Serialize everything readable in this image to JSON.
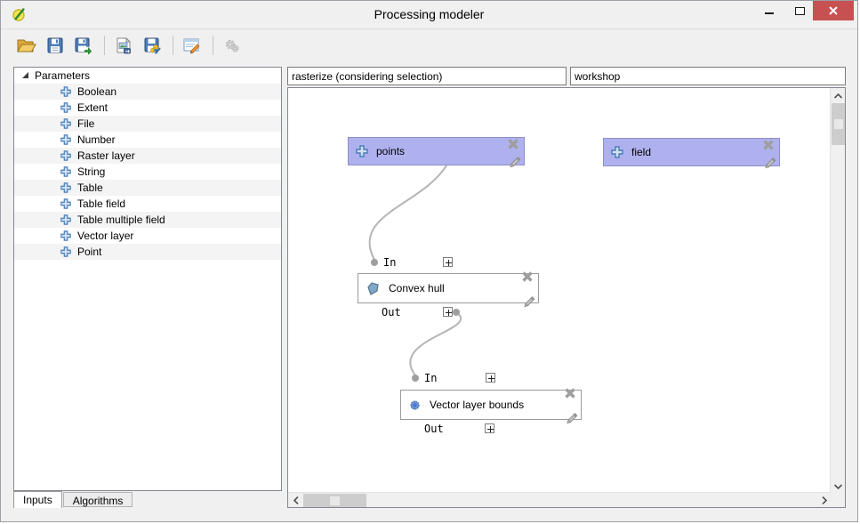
{
  "window": {
    "title": "Processing modeler",
    "controls": {
      "minimize": "minimize",
      "maximize": "maximize",
      "close": "close"
    },
    "colors": {
      "close_button": "#c75050",
      "background": "#f0f0f0"
    }
  },
  "toolbar": {
    "buttons": [
      {
        "icon": "open-model-icon"
      },
      {
        "icon": "save-icon"
      },
      {
        "icon": "save-as-icon"
      },
      {
        "icon": "export-image-icon"
      },
      {
        "icon": "save-as-python-icon"
      },
      {
        "icon": "edit-model-help-icon"
      },
      {
        "icon": "run-model-icon",
        "disabled": true
      }
    ]
  },
  "sidebar": {
    "root_label": "Parameters",
    "items": [
      "Boolean",
      "Extent",
      "File",
      "Number",
      "Raster layer",
      "String",
      "Table",
      "Table field",
      "Table multiple field",
      "Vector layer",
      "Point"
    ],
    "tabs": [
      {
        "label": "Inputs",
        "active": true
      },
      {
        "label": "Algorithms",
        "active": false
      }
    ]
  },
  "model": {
    "name_input": {
      "value": "rasterize (considering selection)"
    },
    "group_input": {
      "value": "workshop"
    },
    "inputs": [
      {
        "label": "points",
        "icon": "plus-icon"
      },
      {
        "label": "field",
        "icon": "plus-icon"
      }
    ],
    "algorithms": [
      {
        "label": "Convex hull",
        "icon": "convex-hull-icon",
        "in_label": "In",
        "out_label": "Out"
      },
      {
        "label": "Vector layer bounds",
        "icon": "gear-icon",
        "in_label": "In",
        "out_label": "Out"
      }
    ],
    "colors": {
      "input_node_bg": "#afb1ee",
      "input_node_border": "#8d8fc7",
      "algorithm_node_border": "#9b9b9b",
      "wire": "#b4b4b4",
      "wire_dot": "#9e9e9e"
    }
  }
}
